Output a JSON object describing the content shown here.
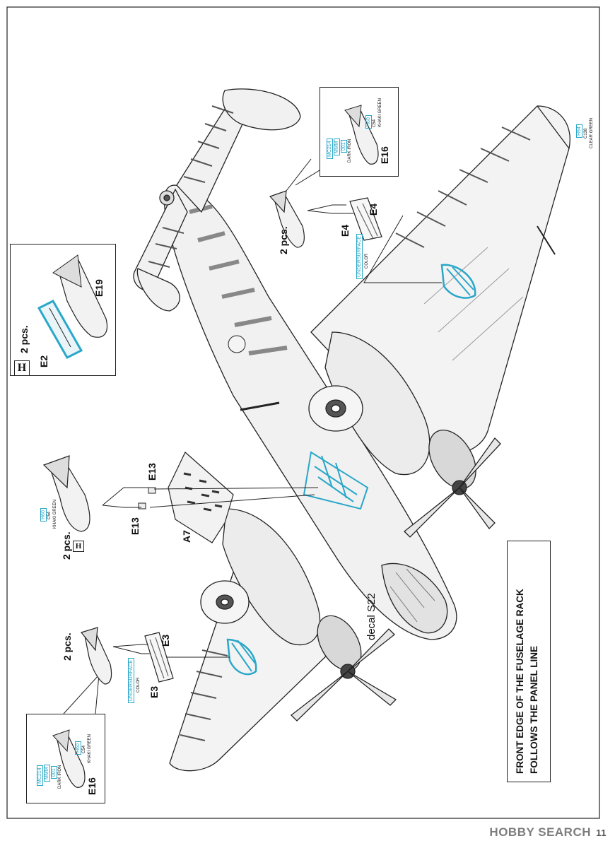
{
  "labels": {
    "detail_top_right_part": "E16",
    "detail_top_right_c1": "H60",
    "detail_top_right_c2": "C54",
    "detail_top_right_c3": "KHAKI GREEN",
    "detail_top_right_d1": "MC214",
    "detail_top_right_d2": "MMM",
    "detail_top_right_d3": "001",
    "detail_top_right_d4": "DARK IRON",
    "corner_c1": "H94",
    "corner_c2": "C138",
    "corner_c3": "CLEAR GREEN",
    "rack_top_a": "E4",
    "rack_top_b": "E4",
    "pcs_top": "2 pcs.",
    "undersurface_top_1": "UNDERSURFACE",
    "undersurface_top_2": "COLOR",
    "h_box_pcs": "2 pcs.",
    "h_box_part_a": "E2",
    "h_box_part_b": "E19",
    "h_symbol": "H",
    "mid_pcs": "2 pcs.",
    "mid_h_symbol": "H",
    "mid_c1": "H60",
    "mid_c2": "C54",
    "mid_c3": "KHAKI GREEN",
    "mid_e13_a": "E13",
    "mid_e13_b": "E13",
    "mid_a7": "A7",
    "decal": "decal S22",
    "low_pcs": "2 pcs.",
    "rack_low_a": "E3",
    "rack_low_b": "E3",
    "undersurface_low_1": "UNDERSURFACE",
    "undersurface_low_2": "COLOR",
    "detail_low_part": "E16",
    "detail_low_c1": "H60",
    "detail_low_c2": "C54",
    "detail_low_c3": "KHAKI GREEN",
    "detail_low_d1": "MC214",
    "detail_low_d2": "MMM",
    "detail_low_d3": "001",
    "detail_low_d4": "DARK IRON"
  },
  "note": {
    "line1": "FRONT EDGE OF THE FUSELAGE RACK",
    "line2": "FOLLOWS THE PANEL LINE"
  },
  "page_number": "11",
  "watermark": "HOBBY SEARCH",
  "colors": {
    "highlight": "#2aa7c9",
    "ink": "#222222"
  }
}
